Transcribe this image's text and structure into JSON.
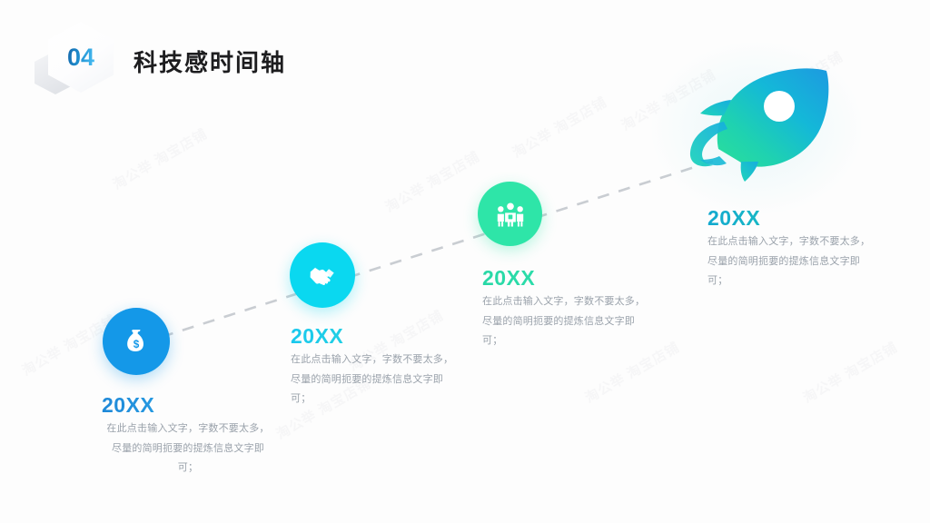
{
  "slide": {
    "background_color": "#fdfdfd",
    "watermark_text": "淘公举  淘宝店铺"
  },
  "header": {
    "badge_number": "04",
    "badge_icon": "hexagon-badge",
    "title": "科技感时间轴"
  },
  "timeline": {
    "connector": "dashed-diagonal-line",
    "connector_color": "#c9cdd2",
    "stages": [
      {
        "id": "stage-1",
        "year": "20XX",
        "body": "在此点击输入文字，字数不要太多，尽量的简明扼要的提炼信息文字即可；",
        "icon": "money-bag-icon",
        "color": "#1498e8",
        "year_gradient_from": "#1e88d8",
        "year_gradient_to": "#5ad2f0"
      },
      {
        "id": "stage-2",
        "year": "20XX",
        "body": "在此点击输入文字，字数不要太多，尽量的简明扼要的提炼信息文字即可；",
        "icon": "handshake-icon",
        "color": "#0ad8f0",
        "year_gradient_from": "#19c8ee",
        "year_gradient_to": "#49e3c0"
      },
      {
        "id": "stage-3",
        "year": "20XX",
        "body": "在此点击输入文字，字数不要太多，尽量的简明扼要的提炼信息文字即可；",
        "icon": "people-group-icon",
        "color": "#2ee5a8",
        "year_gradient_from": "#27d8a6",
        "year_gradient_to": "#3ae8b4"
      },
      {
        "id": "stage-4",
        "year": "20XX",
        "body": "在此点击输入文字，字数不要太多，尽量的简明扼要的提炼信息文字即可；",
        "icon": "rocket-icon",
        "color": "#18b9c4",
        "year_gradient_from": "#12a8cf",
        "year_gradient_to": "#2ad8a8"
      }
    ]
  }
}
